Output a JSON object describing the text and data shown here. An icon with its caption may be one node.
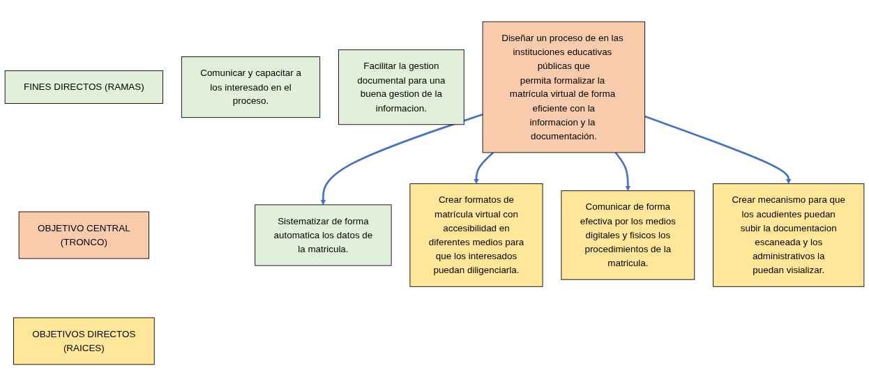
{
  "diagram": {
    "nodes": [
      {
        "text": [
          "FINES DIRECTOS (RAMAS)"
        ]
      },
      {
        "text": [
          "Sistematizar de forma automatica los datos de la matricula."
        ]
      },
      {
        "text": [
          "Comunicar y capacitar a los interesado en el proceso."
        ]
      },
      {
        "text": [
          "Facilitar la gestion documental para una buena gestion de la informacion."
        ]
      },
      {
        "text": [
          "OBJETIVO CENTRAL (TRONCO)"
        ]
      },
      {
        "text": [
          "Diseñar un proceso de en las instituciones educativas públicas que permita formalizar la matrícula virtual de forma eficiente con la informacion y la documentación."
        ]
      },
      {
        "text": [
          "OBJETIVOS DIRECTOS (RAICES)"
        ]
      },
      {
        "text": [
          "Crear formatos de matrícula virtual con accesibilidad en diferentes medios para que los interesados puedan diligenciarla."
        ]
      },
      {
        "text": [
          "Comunicar de forma efectiva por los medios digitales y fisicos los procedimientos de la matricula."
        ]
      },
      {
        "text": [
          "Crear mecanismo para que los acudientes puedan subir la documentacion escaneada y los administrativos la puedan visializar."
        ]
      }
    ],
    "edges": [
      {
        "from": 5,
        "to": 1,
        "arrow": "to"
      },
      {
        "from": 5,
        "to": 7,
        "arrow": "to"
      },
      {
        "from": 5,
        "to": 8,
        "arrow": "to"
      },
      {
        "from": 5,
        "to": 9,
        "arrow": "to"
      }
    ]
  }
}
